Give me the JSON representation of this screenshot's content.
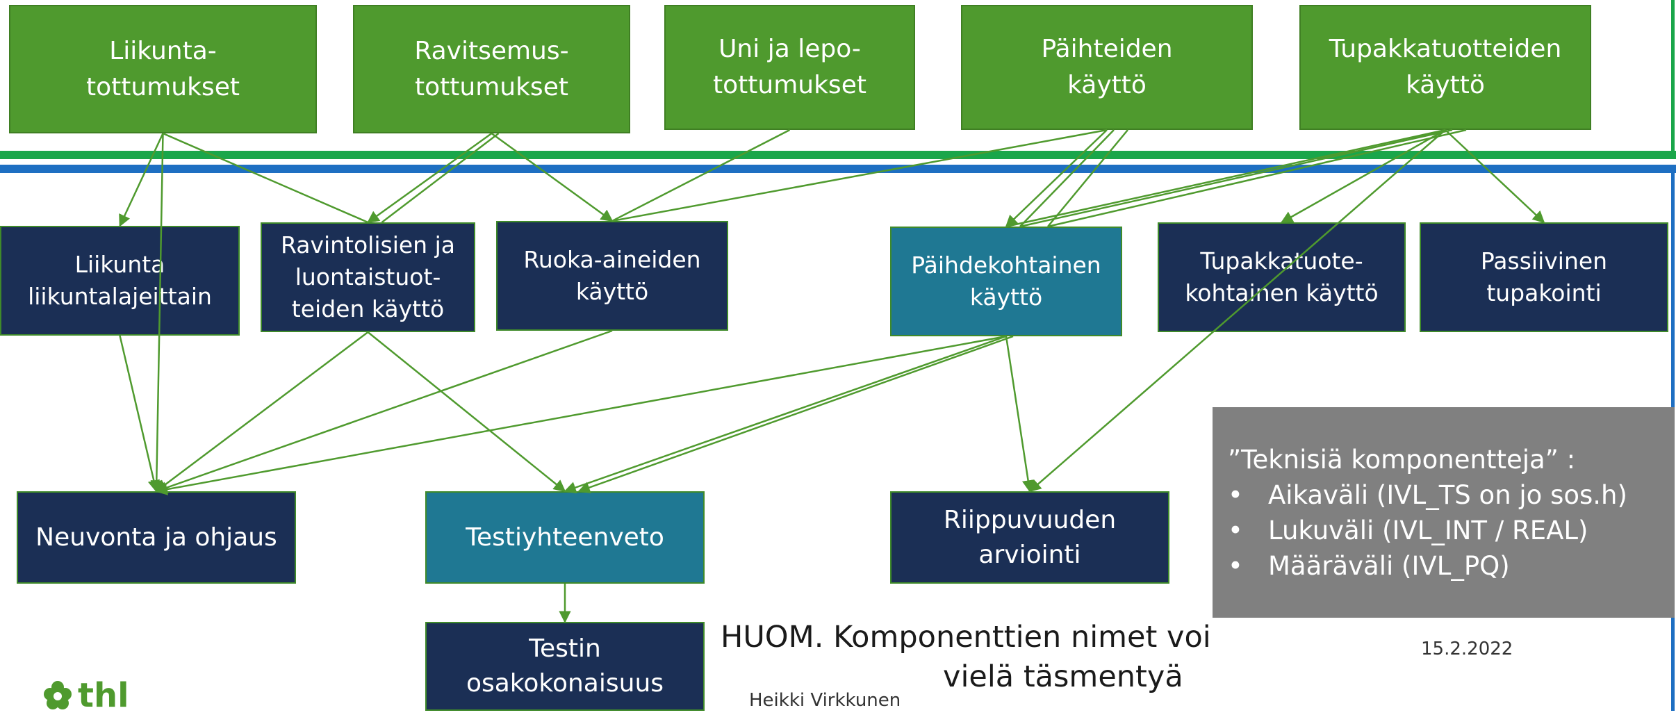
{
  "categories": [
    {
      "id": "liikunta",
      "label": "Liikunta-\ntottumukset"
    },
    {
      "id": "ravitsemus",
      "label": "Ravitsemus-\ntottumukset"
    },
    {
      "id": "uni",
      "label": "Uni ja lepo-\ntottumukset"
    },
    {
      "id": "paihteet",
      "label": "Päihteiden\nkäyttö"
    },
    {
      "id": "tupakka",
      "label": "Tupakkatuotteiden\nkäyttö"
    }
  ],
  "components": [
    {
      "id": "liikuntalajeittain",
      "label": "Liikunta\nliikuntalajeittain"
    },
    {
      "id": "ravintolisat",
      "label": "Ravintolisien ja\nluontaistuot-\nteiden käyttö"
    },
    {
      "id": "ruoka",
      "label": "Ruoka-aineiden\nkäyttö"
    },
    {
      "id": "paihdekohtainen",
      "label": "Päihdekohtainen\nkäyttö"
    },
    {
      "id": "tupakkatuote",
      "label": "Tupakkatuote-\nkohtainen käyttö"
    },
    {
      "id": "passiivinen",
      "label": "Passiivinen\ntupakointi"
    }
  ],
  "outcomes": [
    {
      "id": "neuvonta",
      "label": "Neuvonta ja ohjaus"
    },
    {
      "id": "testiyhteenveto",
      "label": "Testiyhteenveto"
    },
    {
      "id": "riippuvuus",
      "label": "Riippuvuuden\narviointi"
    },
    {
      "id": "osakokonaisuus",
      "label": "Testin\nosakokonaisuus"
    }
  ],
  "technical": {
    "heading": "”Teknisiä komponentteja” :",
    "items": [
      "Aikaväli (IVL_TS on jo sos.h)",
      "Lukuväli (IVL_INT / REAL)",
      "Määräväli (IVL_PQ)"
    ]
  },
  "note": {
    "line1": "HUOM. Komponenttien nimet voi",
    "line2": "vielä täsmentyä"
  },
  "footer": {
    "date": "15.2.2022",
    "author": "Heikki Virkkunen",
    "logo_text": "thl"
  },
  "colors": {
    "green_box": "#4f9a2e",
    "navy_box": "#1b2f55",
    "teal_box": "#1f7893",
    "gray_panel": "#808080",
    "arrow": "#4f9a2e",
    "band_green": "#1aa64a",
    "band_blue": "#1e6fc2"
  },
  "edges": [
    {
      "from": "liikunta",
      "to": "liikuntalajeittain",
      "arrow": true
    },
    {
      "from": "liikunta",
      "to": "neuvonta",
      "arrow": true
    },
    {
      "from": "liikunta",
      "to": "ravintolisat",
      "arrow": false
    },
    {
      "from": "ravitsemus",
      "to": "ravintolisat",
      "arrow": true
    },
    {
      "from": "ravitsemus",
      "to": "ravintolisat",
      "arrow": false
    },
    {
      "from": "ravitsemus",
      "to": "ruoka",
      "arrow": true
    },
    {
      "from": "uni",
      "to": "ruoka",
      "arrow": false
    },
    {
      "from": "paihteet",
      "to": "paihdekohtainen",
      "arrow": true
    },
    {
      "from": "paihteet",
      "to": "paihdekohtainen",
      "arrow": false
    },
    {
      "from": "paihteet",
      "to": "paihdekohtainen",
      "arrow": false
    },
    {
      "from": "paihteet",
      "to": "ruoka",
      "arrow": false
    },
    {
      "from": "tupakka",
      "to": "tupakkatuote",
      "arrow": true
    },
    {
      "from": "tupakka",
      "to": "passiivinen",
      "arrow": true
    },
    {
      "from": "tupakka",
      "to": "riippuvuus",
      "arrow": true
    },
    {
      "from": "tupakka",
      "to": "paihdekohtainen",
      "arrow": false
    },
    {
      "from": "tupakka",
      "to": "paihdekohtainen",
      "arrow": false
    },
    {
      "from": "tupakka",
      "to": "paihdekohtainen",
      "arrow": false
    },
    {
      "from": "liikuntalajeittain",
      "to": "neuvonta",
      "arrow": true
    },
    {
      "from": "ravintolisat",
      "to": "neuvonta",
      "arrow": true
    },
    {
      "from": "ravintolisat",
      "to": "testiyhteenveto",
      "arrow": true
    },
    {
      "from": "ruoka",
      "to": "neuvonta",
      "arrow": true
    },
    {
      "from": "paihdekohtainen",
      "to": "neuvonta",
      "arrow": true
    },
    {
      "from": "paihdekohtainen",
      "to": "testiyhteenveto",
      "arrow": true
    },
    {
      "from": "paihdekohtainen",
      "to": "testiyhteenveto",
      "arrow": true
    },
    {
      "from": "paihdekohtainen",
      "to": "riippuvuus",
      "arrow": true
    },
    {
      "from": "testiyhteenveto",
      "to": "osakokonaisuus",
      "arrow": true
    }
  ]
}
